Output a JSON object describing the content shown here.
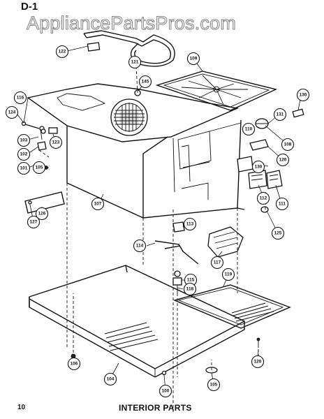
{
  "page_label": "D-1",
  "watermark": "AppliancePartsPros.com",
  "page_number": "10",
  "page_title": "INTERIOR PARTS",
  "callouts": [
    "122",
    "121",
    "109",
    "145",
    "116",
    "124",
    "103",
    "102",
    "123",
    "101",
    "105",
    "107",
    "126",
    "127",
    "130",
    "131",
    "110",
    "108",
    "120",
    "130",
    "112",
    "111",
    "113",
    "114",
    "117",
    "125",
    "115",
    "118",
    "119",
    "106",
    "104",
    "120",
    "100",
    "105"
  ]
}
